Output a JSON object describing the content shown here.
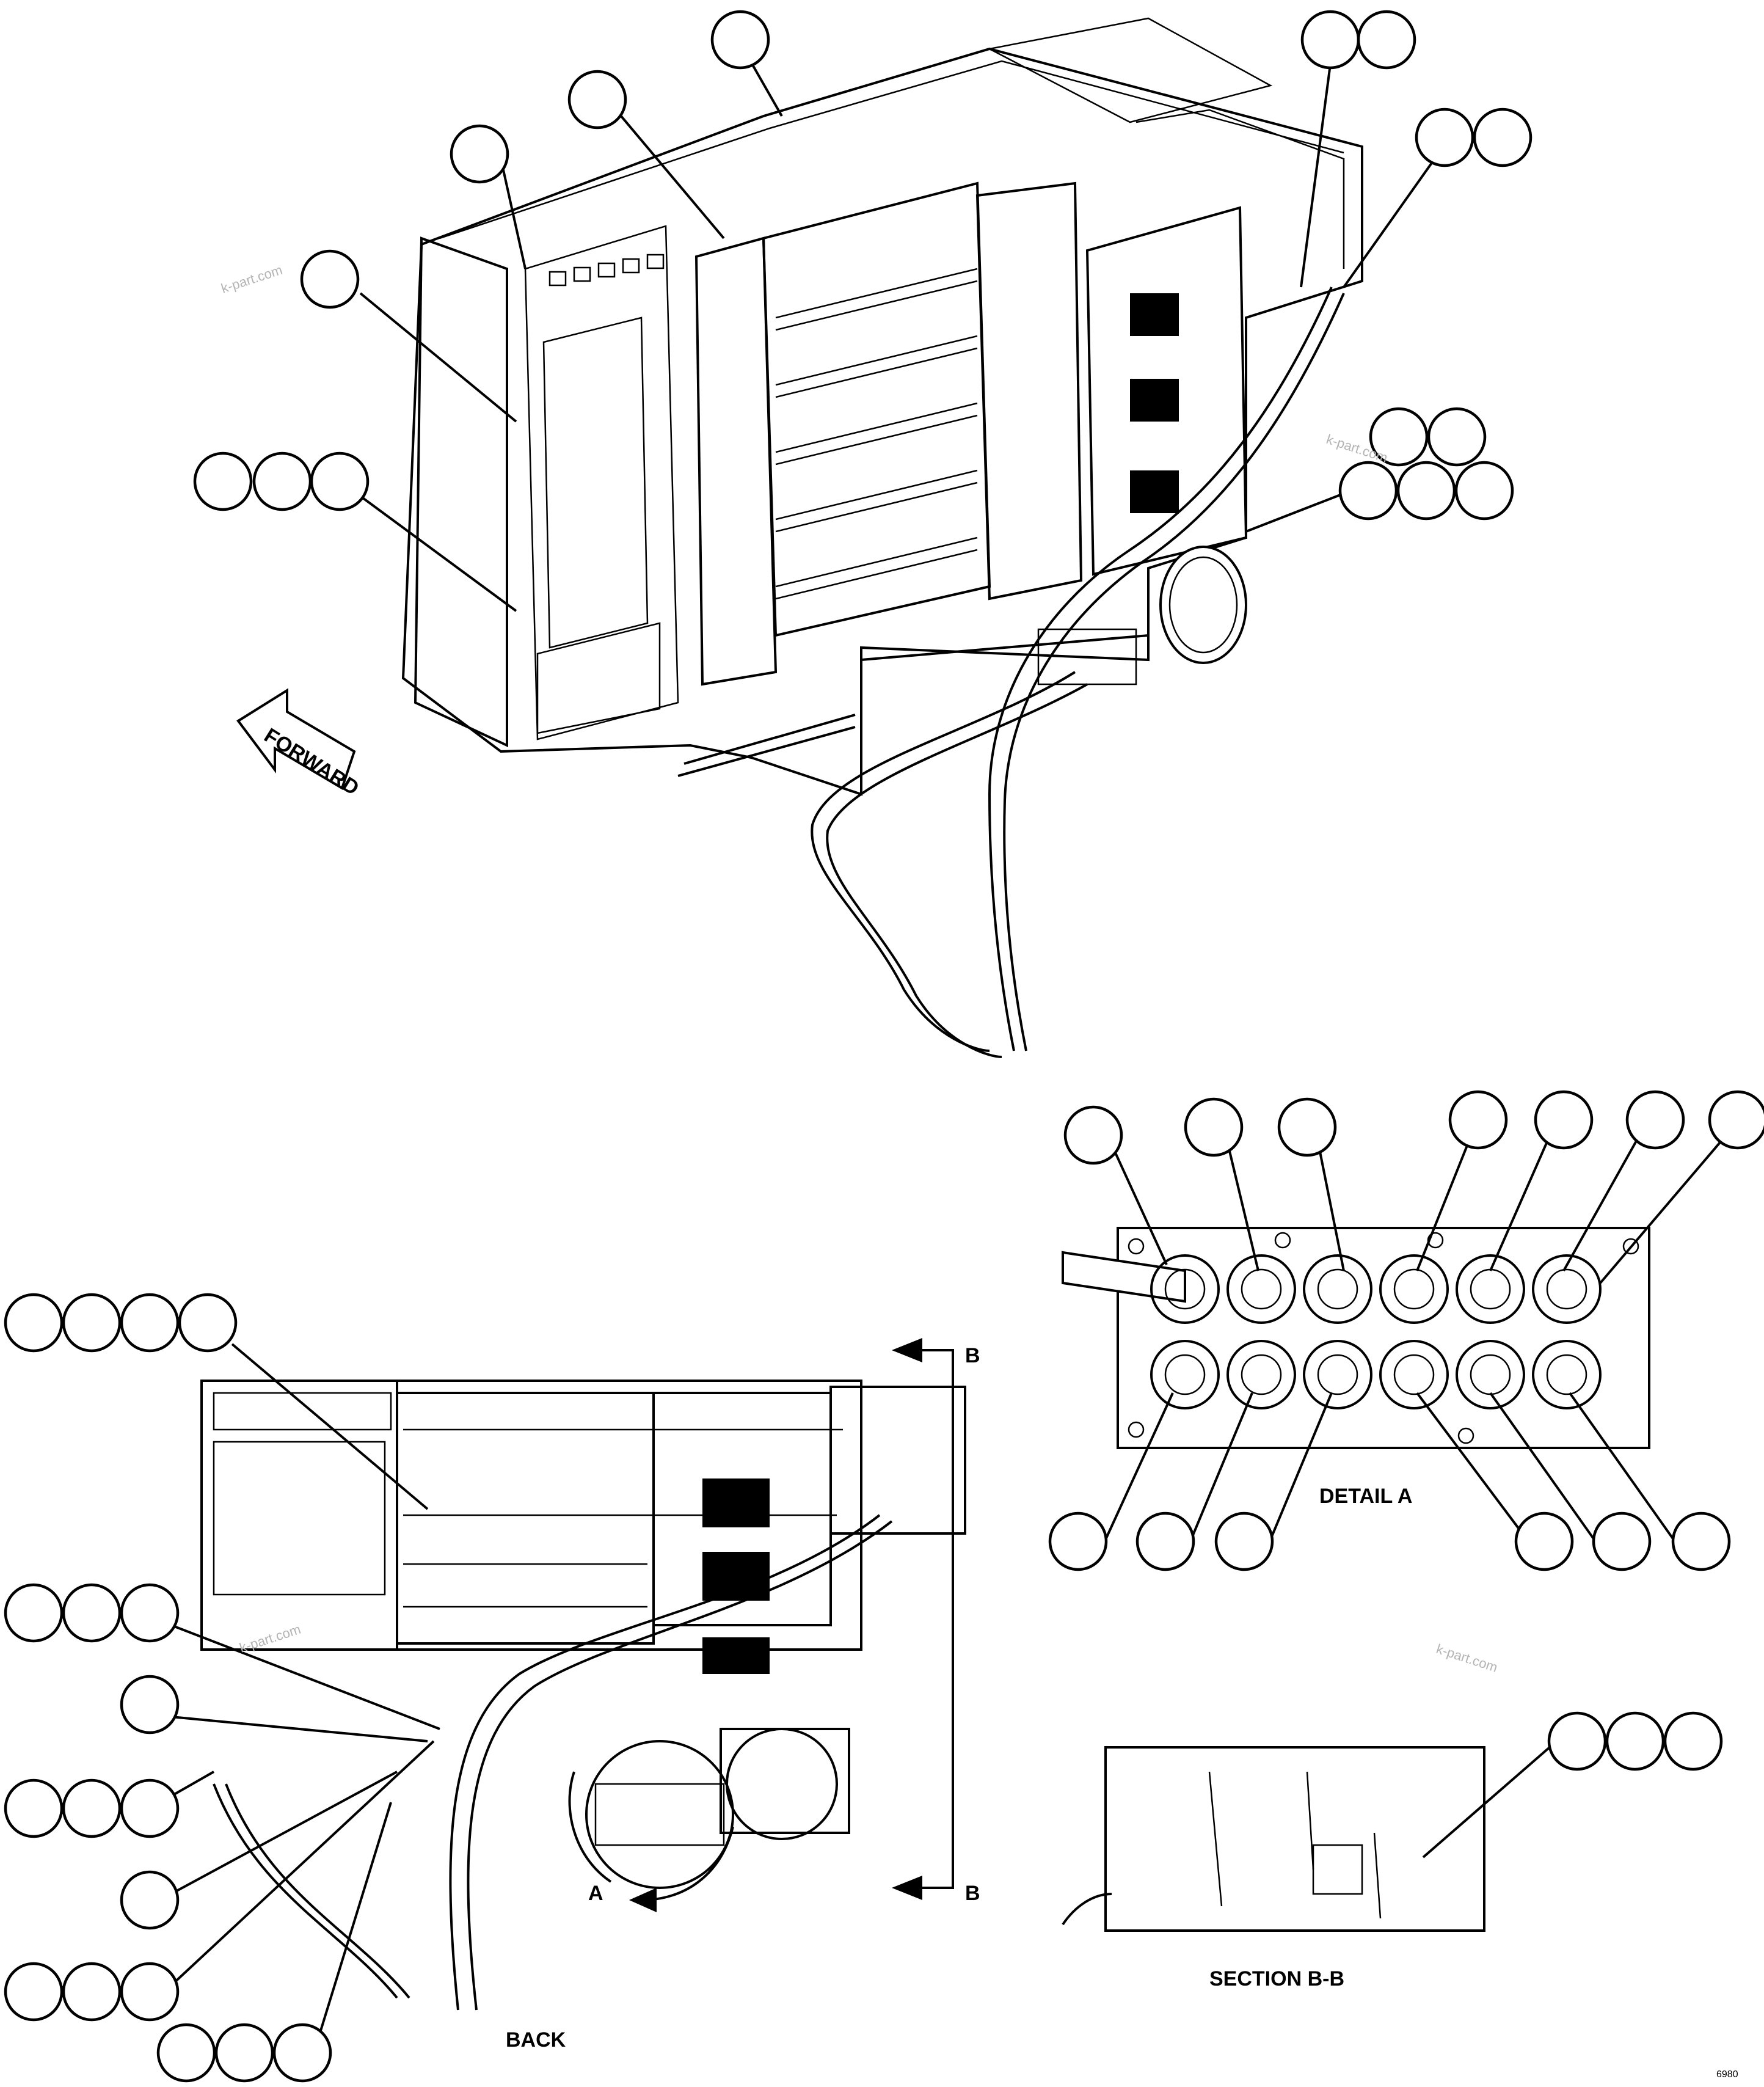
{
  "labels": {
    "forward": "FORWARD",
    "detail_a": "DETAIL A",
    "section_bb": "SECTION B-B",
    "back": "BACK",
    "section_marker_letter": "B",
    "detail_marker_letter": "A",
    "sheet_id": "6980"
  },
  "watermarks": [
    "k-part.com",
    "k-part.com",
    "k-part.com",
    "k-part.com"
  ]
}
